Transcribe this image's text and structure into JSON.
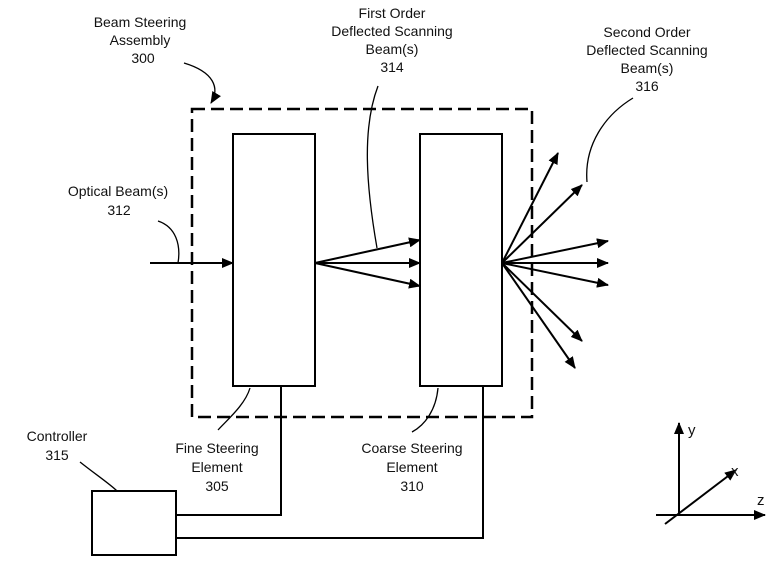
{
  "labels": {
    "beam_steering_assembly": [
      "Beam Steering",
      "Assembly",
      "300"
    ],
    "first_order": [
      "First Order",
      "Deflected Scanning",
      "Beam(s)",
      "314"
    ],
    "second_order": [
      "Second Order",
      "Deflected Scanning",
      "Beam(s)",
      "316"
    ],
    "optical_beam": [
      "Optical Beam(s)",
      "312"
    ],
    "fine_steering": [
      "Fine Steering",
      "Element",
      "305"
    ],
    "coarse_steering": [
      "Coarse Steering",
      "Element",
      "310"
    ],
    "controller": [
      "Controller",
      "315"
    ]
  },
  "axes": {
    "y": "y",
    "x": "x",
    "z": "z"
  }
}
